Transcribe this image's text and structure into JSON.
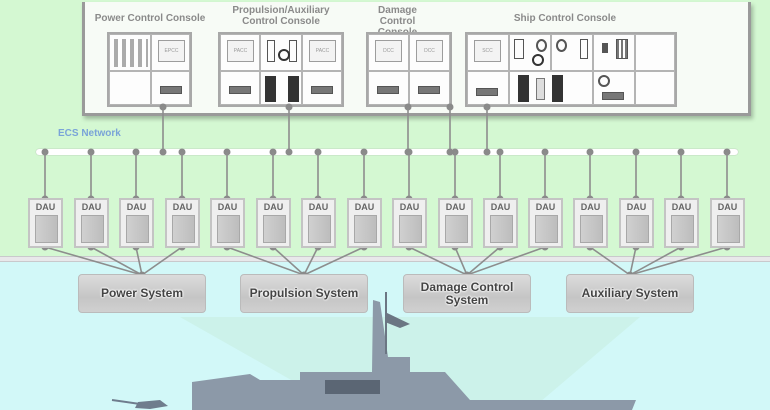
{
  "consoles": [
    {
      "title": "Power Control Console",
      "screens": [
        "EPCC"
      ]
    },
    {
      "title": "Propulsion/Auxiliary\nControl Console",
      "screens": [
        "PACC",
        "PACC"
      ]
    },
    {
      "title": "Damage Control\nConsole",
      "screens": [
        "DCC",
        "DCC"
      ]
    },
    {
      "title": "Ship Control Console",
      "screens": [
        "SCC"
      ]
    }
  ],
  "network": {
    "label": "ECS Network"
  },
  "dau_units": [
    "DAU",
    "DAU",
    "DAU",
    "DAU",
    "DAU",
    "DAU",
    "DAU",
    "DAU",
    "DAU",
    "DAU",
    "DAU",
    "DAU",
    "DAU",
    "DAU",
    "DAU",
    "DAU"
  ],
  "systems": [
    {
      "label": "Power System"
    },
    {
      "label": "Propulsion System"
    },
    {
      "label": "Damage Control\nSystem"
    },
    {
      "label": "Auxiliary System"
    }
  ],
  "colors": {
    "control_zone_bg": "#d4f8d2",
    "field_zone_bg": "#d2f8f8",
    "network_label": "#7aa4d8",
    "link_lines": "#8d8d8d"
  }
}
